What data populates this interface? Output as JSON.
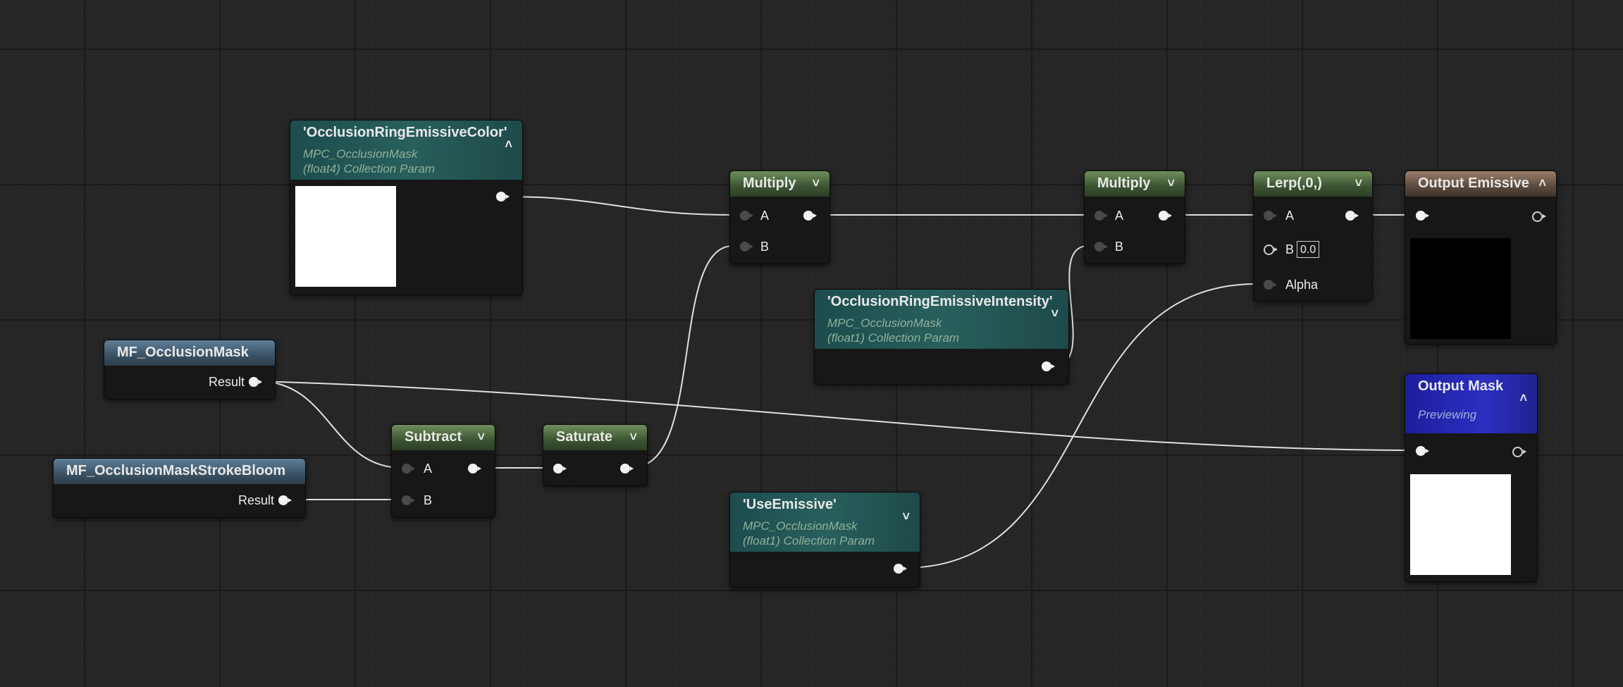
{
  "nodes": {
    "emissive_color": {
      "title": "'OcclusionRingEmissiveColor'",
      "collection": "MPC_OcclusionMask",
      "param_type": "(float4) Collection Param",
      "preview_color": "#ffffff"
    },
    "emissive_intensity": {
      "title": "'OcclusionRingEmissiveIntensity'",
      "collection": "MPC_OcclusionMask",
      "param_type": "(float1) Collection Param"
    },
    "use_emissive": {
      "title": "'UseEmissive'",
      "collection": "MPC_OcclusionMask",
      "param_type": "(float1) Collection Param"
    },
    "mf_mask": {
      "title": "MF_OcclusionMask",
      "result": "Result"
    },
    "mf_stroke": {
      "title": "MF_OcclusionMaskStrokeBloom",
      "result": "Result"
    },
    "subtract": {
      "title": "Subtract",
      "a": "A",
      "b": "B"
    },
    "saturate": {
      "title": "Saturate"
    },
    "multiply1": {
      "title": "Multiply",
      "a": "A",
      "b": "B"
    },
    "multiply2": {
      "title": "Multiply",
      "a": "A",
      "b": "B"
    },
    "lerp": {
      "title": "Lerp(,0,)",
      "a": "A",
      "b": "B",
      "b_value": "0.0",
      "alpha": "Alpha"
    },
    "output_emissive": {
      "title": "Output Emissive",
      "preview_color": "#000000"
    },
    "output_mask": {
      "title": "Output Mask",
      "status": "Previewing",
      "preview_color": "#ffffff"
    }
  },
  "icons": {
    "collapse": "chevron-down-icon",
    "expand": "chevron-up-icon"
  },
  "colors": {
    "wire": "#e0e0e0",
    "graph_background": "#262626",
    "math_header": "#4f6b42",
    "param_header": "#285f5c",
    "function_header": "#4a6478",
    "output_emissive_header": "#7a6454",
    "output_mask_header": "#2b2fc0"
  }
}
